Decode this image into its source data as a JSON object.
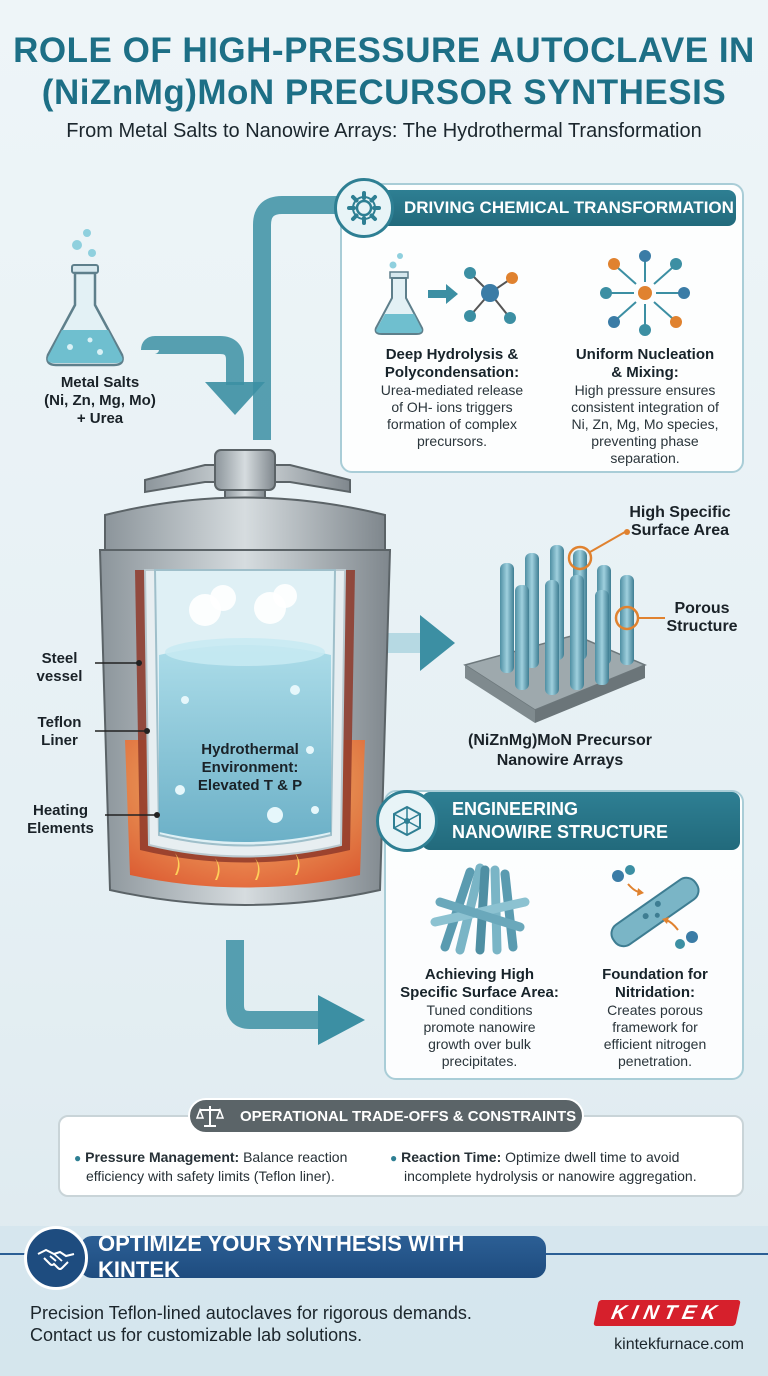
{
  "header": {
    "title_line1": "ROLE OF HIGH-PRESSURE AUTOCLAVE IN",
    "title_line2": "(NiZnMg)MoN PRECURSOR SYNTHESIS",
    "subtitle": "From Metal Salts to Nanowire Arrays: The Hydrothermal Transformation"
  },
  "input": {
    "label_line1": "Metal Salts",
    "label_line2": "(Ni, Zn, Mg, Mo)",
    "label_line3": "+ Urea"
  },
  "autoclave": {
    "steel_label_1": "Steel",
    "steel_label_2": "vessel",
    "teflon_label_1": "Teflon",
    "teflon_label_2": "Liner",
    "heating_label_1": "Heating",
    "heating_label_2": "Elements",
    "env_line1": "Hydrothermal",
    "env_line2": "Environment:",
    "env_line3": "Elevated T & P"
  },
  "chemical_panel": {
    "heading": "DRIVING CHEMICAL TRANSFORMATION",
    "icon": "gear-icon",
    "items": [
      {
        "title_1": "Deep Hydrolysis &",
        "title_2": "Polycondensation:",
        "text_1": "Urea-mediated release",
        "text_2": "of OH- ions triggers",
        "text_3": "formation of complex",
        "text_4": "precursors.",
        "text_5": ""
      },
      {
        "title_1": "Uniform Nucleation",
        "title_2": "& Mixing:",
        "text_1": "High pressure ensures",
        "text_2": "consistent integration of",
        "text_3": "Ni, Zn, Mg, Mo species,",
        "text_4": "preventing phase",
        "text_5": "separation."
      }
    ]
  },
  "nanowires": {
    "surface_label_1": "High Specific",
    "surface_label_2": "Surface Area",
    "porous_label_1": "Porous",
    "porous_label_2": "Structure",
    "caption_1": "(NiZnMg)MoN Precursor",
    "caption_2": "Nanowire Arrays"
  },
  "structure_panel": {
    "heading_1": "ENGINEERING",
    "heading_2": "NANOWIRE STRUCTURE",
    "icon": "cube-network-icon",
    "items": [
      {
        "title_1": "Achieving High",
        "title_2": "Specific Surface Area:",
        "text_1": "Tuned conditions",
        "text_2": "promote nanowire",
        "text_3": "growth over bulk",
        "text_4": "precipitates."
      },
      {
        "title_1": "Foundation for",
        "title_2": "Nitridation:",
        "text_1": "Creates porous",
        "text_2": "framework for",
        "text_3": "efficient nitrogen",
        "text_4": "penetration."
      }
    ]
  },
  "tradeoffs": {
    "heading": "OPERATIONAL TRADE-OFFS & CONSTRAINTS",
    "icon": "balance-scale-icon",
    "bullets": [
      {
        "bold": "Pressure Management:",
        "text_1": " Balance reaction",
        "text_2": "efficiency with safety limits (Teflon liner)."
      },
      {
        "bold": "Reaction Time:",
        "text_1": " Optimize dwell time to avoid",
        "text_2": "incomplete hydrolysis or nanowire aggregation."
      }
    ]
  },
  "cta": {
    "label": "OPTIMIZE YOUR SYNTHESIS WITH KINTEK",
    "icon": "handshake-icon"
  },
  "footer": {
    "line1": "Precision Teflon-lined autoclaves for rigorous demands.",
    "line2": "Contact us for customizable lab solutions.",
    "logo": "KINTEK",
    "url": "kintekfurnace.com"
  },
  "colors": {
    "title": "#1d6f86",
    "accent": "#2e7f93",
    "cta": "#1e4c7f",
    "logo": "#d6202c"
  }
}
